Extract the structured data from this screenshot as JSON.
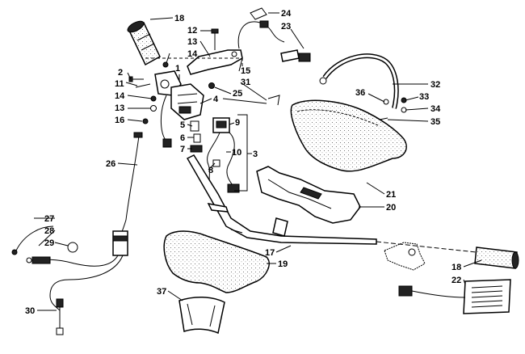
{
  "callouts": [
    {
      "id": "c18a",
      "text": "18"
    },
    {
      "id": "c12",
      "text": "12"
    },
    {
      "id": "c13a",
      "text": "13"
    },
    {
      "id": "c14a",
      "text": "14"
    },
    {
      "id": "c1",
      "text": "1"
    },
    {
      "id": "c2",
      "text": "2"
    },
    {
      "id": "c11",
      "text": "11"
    },
    {
      "id": "c14b",
      "text": "14"
    },
    {
      "id": "c13b",
      "text": "13"
    },
    {
      "id": "c16",
      "text": "16"
    },
    {
      "id": "c24",
      "text": "24"
    },
    {
      "id": "c23",
      "text": "23"
    },
    {
      "id": "c15",
      "text": "15"
    },
    {
      "id": "c31",
      "text": "31"
    },
    {
      "id": "c25",
      "text": "25"
    },
    {
      "id": "c4",
      "text": "4"
    },
    {
      "id": "c5",
      "text": "5"
    },
    {
      "id": "c6",
      "text": "6"
    },
    {
      "id": "c7",
      "text": "7"
    },
    {
      "id": "c8",
      "text": "8"
    },
    {
      "id": "c9",
      "text": "9"
    },
    {
      "id": "c10",
      "text": "10"
    },
    {
      "id": "c3",
      "text": "3"
    },
    {
      "id": "c32",
      "text": "32"
    },
    {
      "id": "c33",
      "text": "33"
    },
    {
      "id": "c34",
      "text": "34"
    },
    {
      "id": "c35",
      "text": "35"
    },
    {
      "id": "c36",
      "text": "36"
    },
    {
      "id": "c21",
      "text": "21"
    },
    {
      "id": "c20",
      "text": "20"
    },
    {
      "id": "c26",
      "text": "26"
    },
    {
      "id": "c27",
      "text": "27"
    },
    {
      "id": "c28",
      "text": "28"
    },
    {
      "id": "c29",
      "text": "29"
    },
    {
      "id": "c30",
      "text": "30"
    },
    {
      "id": "c17",
      "text": "17"
    },
    {
      "id": "c19",
      "text": "19"
    },
    {
      "id": "c37",
      "text": "37"
    },
    {
      "id": "c18b",
      "text": "18"
    },
    {
      "id": "c22",
      "text": "22"
    }
  ]
}
